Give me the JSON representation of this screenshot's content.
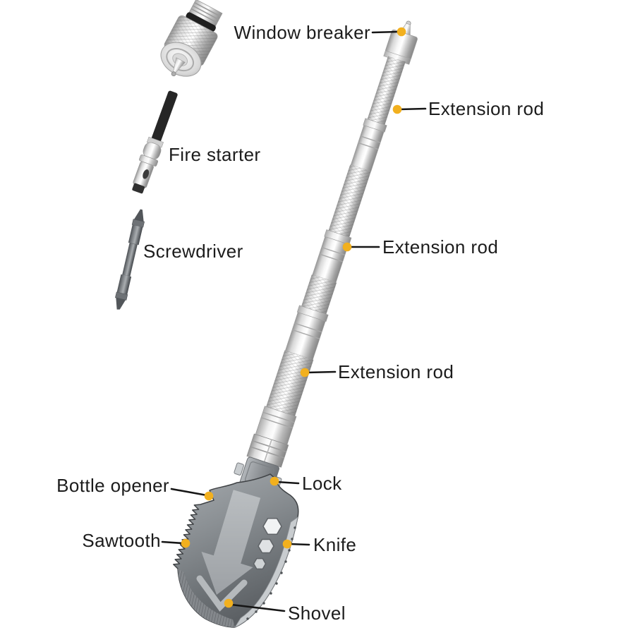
{
  "colors": {
    "background": "#ffffff",
    "callout_dot": "#F2B01E",
    "callout_line": "#161616",
    "label_text": "#1C1C1C"
  },
  "labels": [
    {
      "id": "window-breaker",
      "text": "Window breaker"
    },
    {
      "id": "extension-rod-top",
      "text": "Extension rod"
    },
    {
      "id": "fire-starter",
      "text": "Fire starter"
    },
    {
      "id": "screwdriver",
      "text": "Screwdriver"
    },
    {
      "id": "extension-rod-middle",
      "text": "Extension rod"
    },
    {
      "id": "extension-rod-bottom",
      "text": "Extension rod"
    },
    {
      "id": "bottle-opener",
      "text": "Bottle opener"
    },
    {
      "id": "lock",
      "text": "Lock"
    },
    {
      "id": "sawtooth",
      "text": "Sawtooth"
    },
    {
      "id": "knife",
      "text": "Knife"
    },
    {
      "id": "shovel",
      "text": "Shovel"
    }
  ]
}
